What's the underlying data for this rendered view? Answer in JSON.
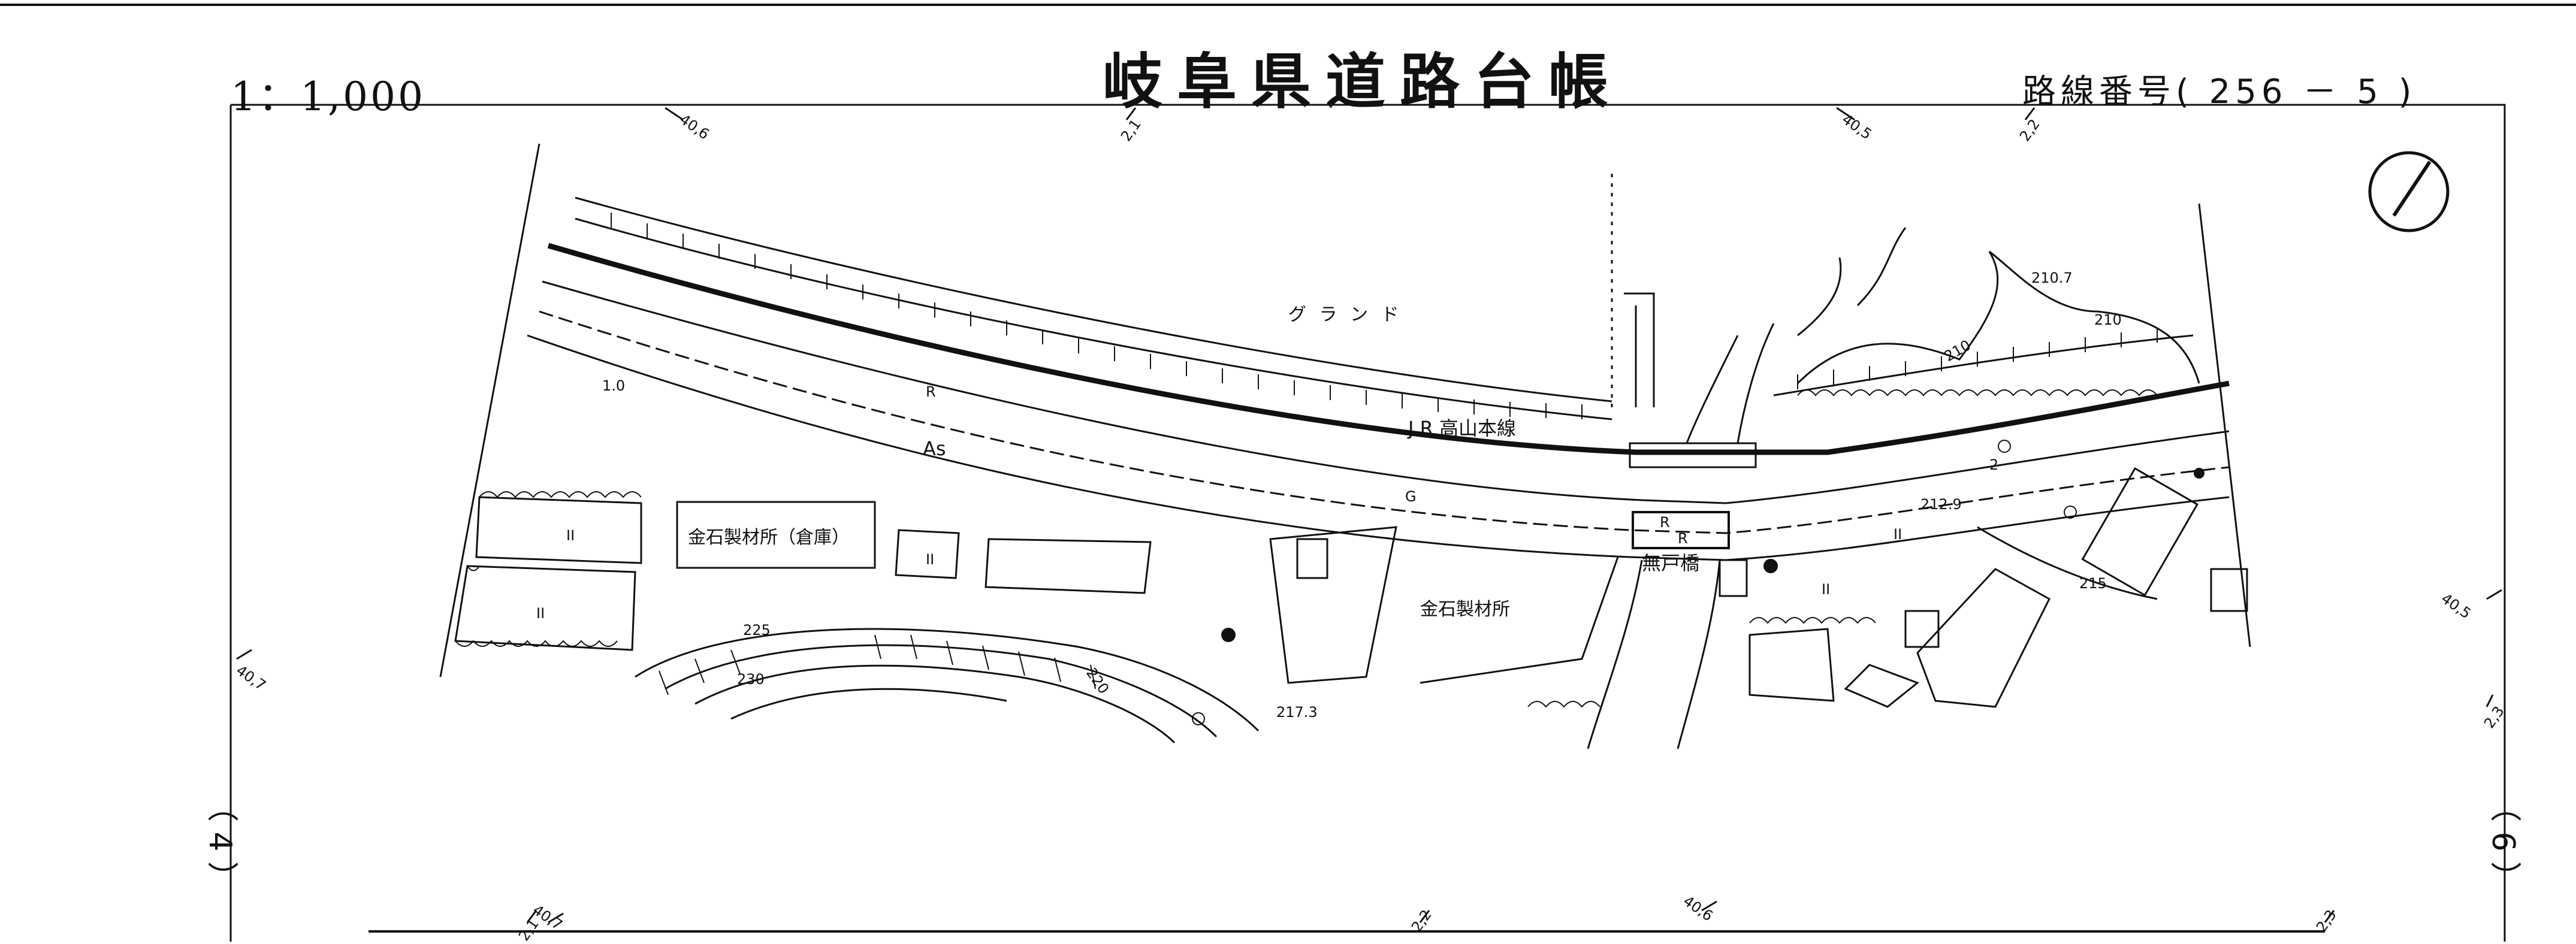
{
  "header": {
    "title": "岐阜県道路台帳",
    "scale": "1：1,000",
    "route_label": "路線番号",
    "route_open": "(",
    "route_major": "256",
    "route_dash": "－",
    "route_minor": "5",
    "route_close": ")"
  },
  "sheet_edges": {
    "left": "（ 4 ）",
    "right": "（ 6 ）"
  },
  "coordinates": {
    "top_40_6": "40,6",
    "top_2_1": "2,1",
    "top_40_5": "40,5",
    "top_2_2": "2,2",
    "left_40_7": "40,7",
    "right_40_5": "40,5",
    "right_2_3": "2,3",
    "bottom_2_1": "2,1",
    "bottom_40_7": "40,7",
    "bottom_2_2": "2,2",
    "bottom_40_6": "40,6",
    "bottom_2_3": "2,3"
  },
  "map_labels": {
    "ground": "グ ラ ン ド",
    "railway": "J R 高山本線",
    "warehouse": "金石製材所（倉庫）",
    "sawmill": "金石製材所",
    "bridge": "無戸橋",
    "asphalt": "As",
    "r1": "R",
    "r2": "R",
    "r3": "R",
    "slope_1": "1.0",
    "elev_212_9": "212.9",
    "elev_217_3": "217.3",
    "elev_210_7": "210.7",
    "contour_210a": "210",
    "contour_210b": "210",
    "contour_215": "215",
    "contour_220": "220",
    "contour_225": "225",
    "contour_230": "230",
    "parcel_a": "II",
    "parcel_b": "II",
    "parcel_c": "II",
    "parcel_d": "II",
    "parcel_e": "II",
    "two": "2",
    "gutter": "G"
  },
  "colors": {
    "ink": "#111111",
    "paper": "#ffffff"
  },
  "icons": {
    "north": "north-arrow-icon"
  }
}
